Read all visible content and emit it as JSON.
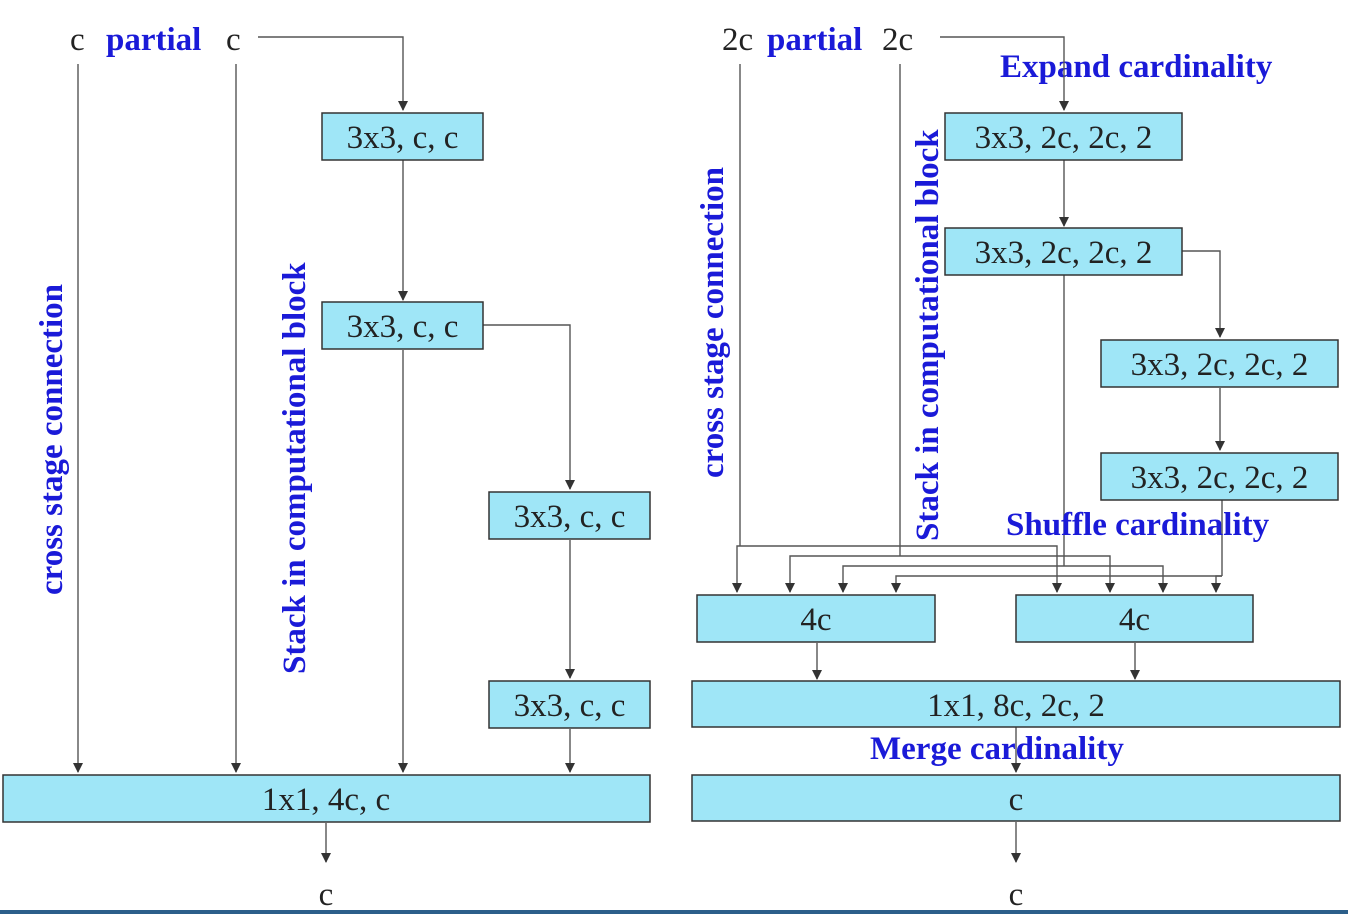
{
  "left": {
    "input_left": "c",
    "partial": "partial",
    "input_right": "c",
    "cross_stage": "cross stage connection",
    "stack": "Stack in computational block",
    "conv1": "3x3, c, c",
    "conv2": "3x3, c, c",
    "conv3": "3x3, c, c",
    "conv4": "3x3, c, c",
    "transition": "1x1, 4c, c",
    "output": "c"
  },
  "right": {
    "input_left": "2c",
    "partial": "partial",
    "input_right": "2c",
    "expand": "Expand cardinality",
    "cross_stage": "cross stage connection",
    "stack": "Stack in computational block",
    "conv1": "3x3, 2c, 2c, 2",
    "conv2": "3x3, 2c, 2c, 2",
    "conv3": "3x3, 2c, 2c, 2",
    "conv4": "3x3, 2c, 2c, 2",
    "shuffle": "Shuffle cardinality",
    "concat_a": "4c",
    "concat_b": "4c",
    "merge_conv": "1x1, 8c, 2c, 2",
    "merge": "Merge cardinality",
    "final": "c",
    "output": "c"
  },
  "colors": {
    "box_fill": "#9fe6f7",
    "label_blue": "#1a1ad8"
  }
}
